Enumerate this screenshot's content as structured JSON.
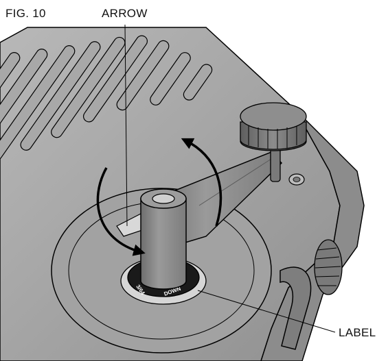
{
  "figure": {
    "number_label": "FIG. 10"
  },
  "callouts": {
    "arrow": "ARROW",
    "label": "LABEL"
  },
  "dial": {
    "left_marking": "3/64",
    "right_marking": "DOWN"
  },
  "colors": {
    "body_gray": "#9a9a9a",
    "body_light": "#bdbdbd",
    "body_dark": "#6d6d6d",
    "outline": "#000000",
    "lever": "#8a8a8a",
    "knob": "#7a7a7a"
  }
}
